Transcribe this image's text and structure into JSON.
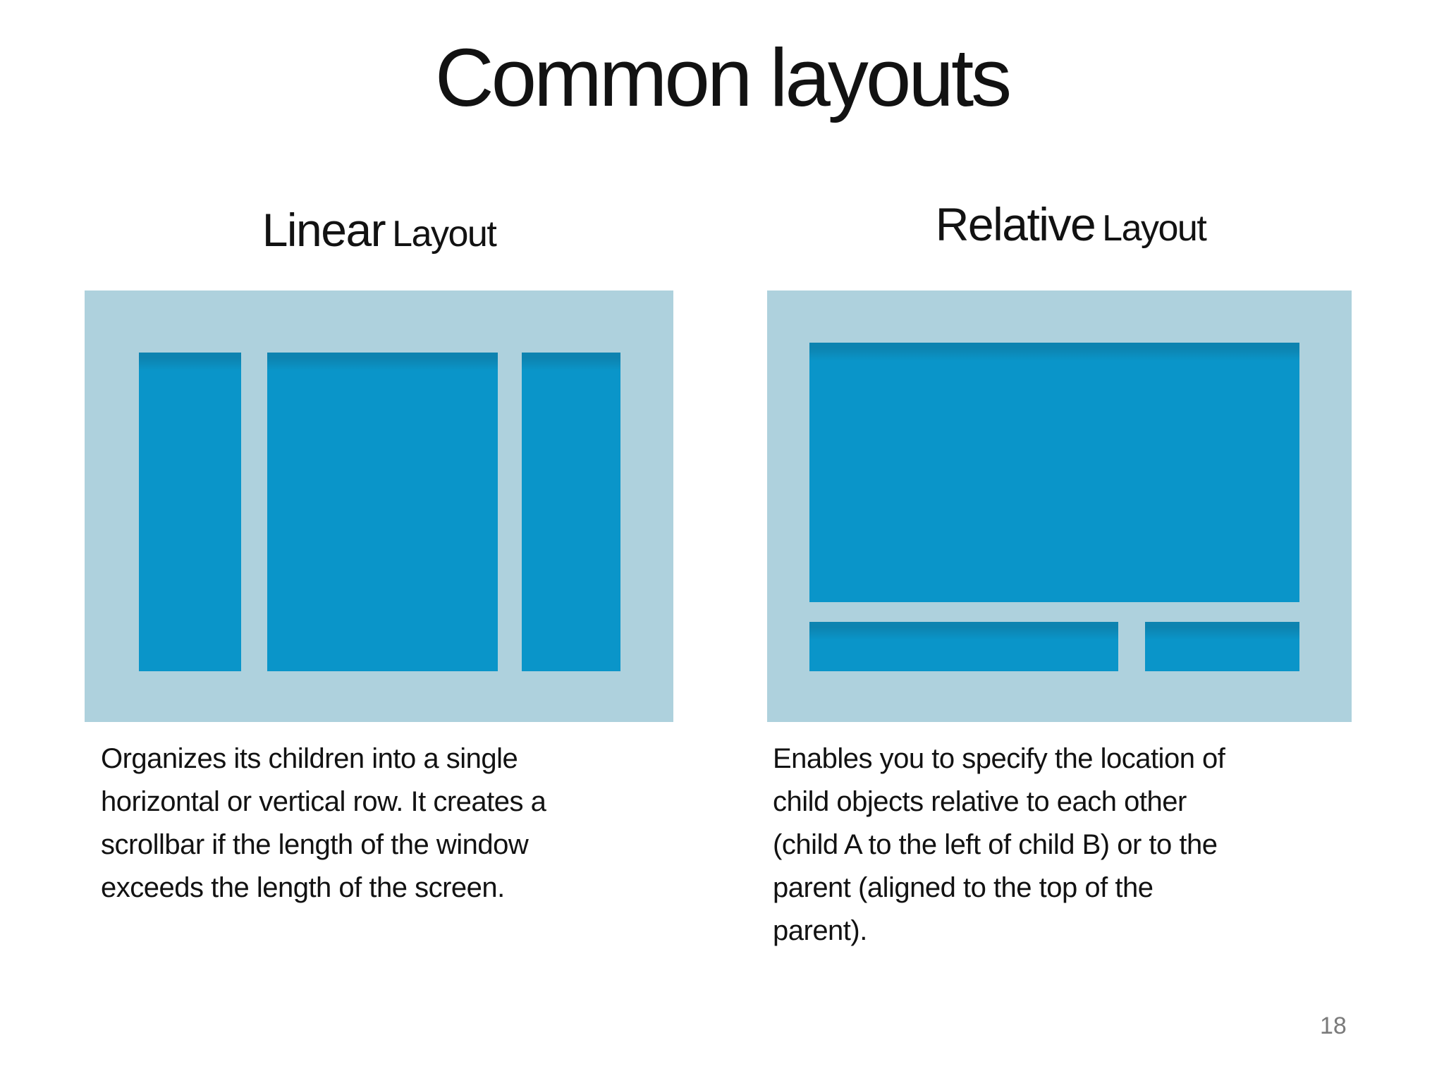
{
  "slide": {
    "title": "Common layouts",
    "page_number": "18",
    "colors": {
      "panel_bg": "#aed1dd",
      "block": "#0a95c9",
      "block_top": "#0d83b0",
      "text": "#121212",
      "page_number": "#7a7a7a"
    }
  },
  "linear": {
    "heading_primary": "Linear",
    "heading_secondary": "Layout",
    "description": "Organizes its children into a single\nhorizontal or vertical row. It creates a\nscrollbar if the length of the window\nexceeds the length of the screen."
  },
  "relative": {
    "heading_primary": "Relative",
    "heading_secondary": "Layout",
    "description": "Enables you to specify the location of\nchild objects relative to each other\n(child A to the left of child B) or to the\nparent (aligned to the top of the\nparent)."
  }
}
